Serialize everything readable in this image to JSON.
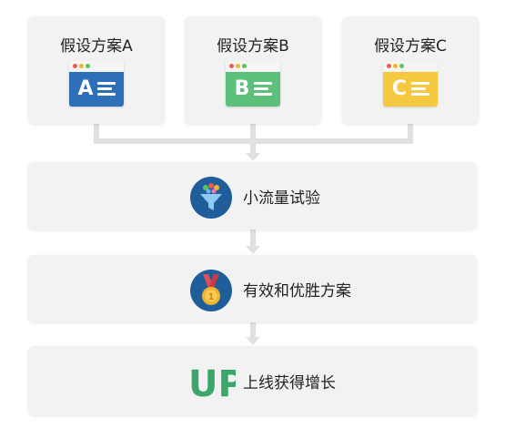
{
  "hypotheses": [
    {
      "title": "假设方案A",
      "letter": "A",
      "color": "#2e6fba"
    },
    {
      "title": "假设方案B",
      "letter": "B",
      "color": "#5cbf7a"
    },
    {
      "title": "假设方案C",
      "letter": "C",
      "color": "#f6c83f"
    }
  ],
  "stages": [
    {
      "label": "小流量试验",
      "icon": "funnel-icon"
    },
    {
      "label": "有效和优胜方案",
      "icon": "medal-icon"
    },
    {
      "label": "上线获得增长",
      "icon": "up-logo",
      "logo_text": "UP",
      "logo_color": "#3ba56a"
    }
  ],
  "colors": {
    "card": "#f2f2f2",
    "connector": "#e2e2e2",
    "icon_circle": "#1f5e9a"
  }
}
